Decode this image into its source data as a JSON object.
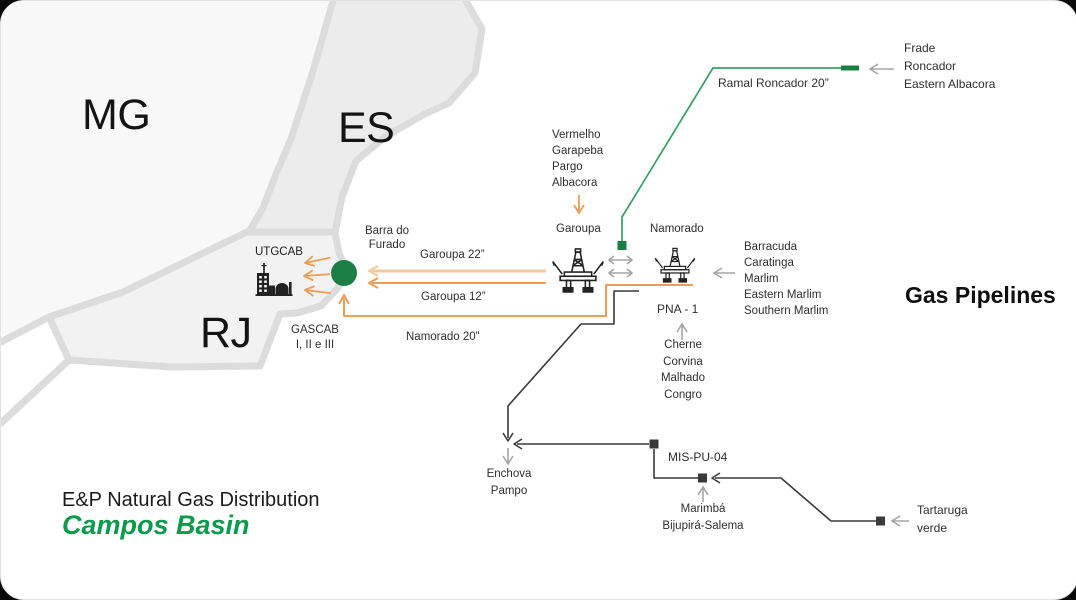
{
  "states": {
    "mg": "MG",
    "es": "ES",
    "rj": "RJ"
  },
  "nodes": {
    "utgcab": "UTGCAB",
    "barra_furado": {
      "l1": "Barra do",
      "l2": "Furado"
    },
    "gascab": {
      "l1": "GASCAB",
      "l2": "I, II e III"
    },
    "garoupa": "Garoupa",
    "namorado": "Namorado",
    "pna1": "PNA - 1",
    "mispu04": "MIS-PU-04"
  },
  "pipelines": {
    "garoupa22": "Garoupa 22”",
    "garoupa12": "Garoupa 12”",
    "namorado20": "Namorado 20”",
    "ramal_roncador": "Ramal Roncador 20”"
  },
  "groups": {
    "garoupa_in": [
      "Vermelho",
      "Garapeba",
      "Pargo",
      "Albacora"
    ],
    "ramal_in": [
      "Frade",
      "Roncador",
      "Eastern Albacora"
    ],
    "namorado_in": [
      "Barracuda",
      "Caratinga",
      "Marlim",
      "Eastern Marlim",
      "Southern Marlim"
    ],
    "pna_in": [
      "Cherne",
      "Corvina",
      "Malhado",
      "Congro"
    ],
    "enchova": [
      "Enchova",
      "Pampo"
    ],
    "mis_in": [
      "Marimbá",
      "Bijupirá-Salema"
    ],
    "tartaruga": [
      "Tartaruga",
      "verde"
    ]
  },
  "legend": {
    "title": "Gas Pipelines"
  },
  "footer": {
    "line1": "E&P Natural Gas Distribution",
    "line2": "Campos Basin"
  },
  "colors": {
    "brand-green": "#0c9a4b",
    "green-dark": "#1b7f42",
    "green-line": "#35a065",
    "orange": "#ee9d58",
    "orange-light": "#f5c89e",
    "line-black": "#3a3a3a",
    "arrow-gray": "#a5a5a5",
    "map-border": "#dcdcdc",
    "map-fill-mg": "#f8f8f8",
    "map-fill-es": "#ececec",
    "map-fill-rj": "#f2f2f2",
    "icon-dark": "#222222"
  }
}
